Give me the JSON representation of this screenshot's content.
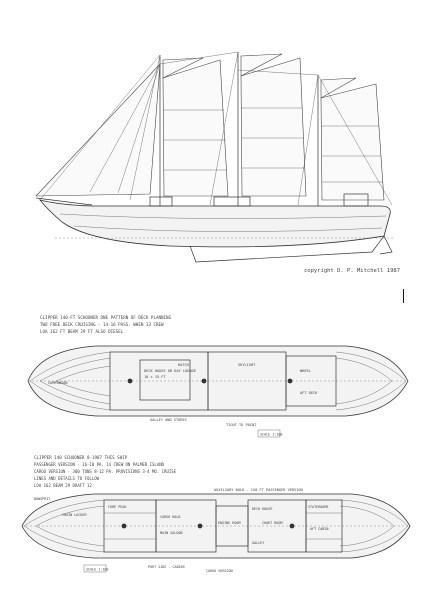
{
  "elevation": {
    "copyright": "copyright D. P. Mitchell 1987"
  },
  "plan_upper": {
    "heading_lines": [
      "CLIPPER 140-FT SCHOONER  ONE PATTERN OF DECK PLANNING",
      "TWO FREE DECK CRUISING - 14-16 PASS. WHEN 13 CREW",
      "LOA 162 FT   BEAM 29 FT   ALSO DIESEL"
    ],
    "notes": [
      "COMPANION",
      "DECK HOUSE OR DAY LOUNGE",
      "10 × 15 FT",
      "HATCH",
      "SKYLIGHT",
      "WHEEL",
      "TIGHT TO PAINT",
      "AFT DECK",
      "GALLEY AND STORES"
    ],
    "scale_label": "SCALE 1:100"
  },
  "plan_lower": {
    "heading_lines": [
      "CLIPPER 140 SCHOONER 8-1987  THIS SHIP",
      "PASSENGER VERSION - 16-18 PA. 14 CREW  ON PALMER ISLAND",
      "CARGO VERSION - 300 TONS  8-12 PA.  PROVISIONS 3-4 MO. CRUISE",
      "LINES AND DETAILS TO FOLLOW",
      "LOA 162   BEAM 29   DRAFT 12"
    ],
    "notes": [
      "BOWSPRIT",
      "CHAIN LOCKER",
      "FORE PEAK",
      "CARGO HOLD",
      "ENGINE ROOM",
      "MAIN SALOON",
      "DECK HOUSE",
      "GALLEY",
      "CHART ROOM",
      "STATEROOMS",
      "AFT CABIN",
      "PORT SIDE - CABINS",
      "CARGO VERSION",
      "SCALE 1:100"
    ],
    "title_block": "AUXILIARY BULK - 150 FT   PASSENGER VERSION"
  }
}
